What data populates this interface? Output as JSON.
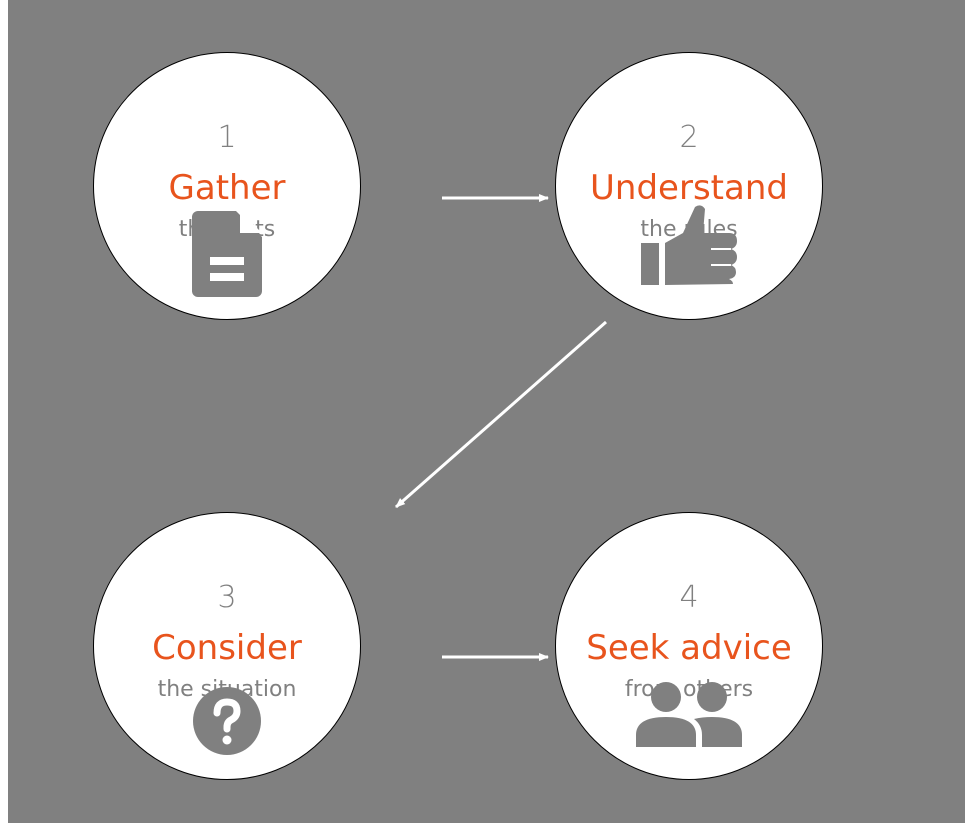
{
  "steps": [
    {
      "number": "1",
      "title": "Gather",
      "subtitle": "the facts",
      "icon": "document-icon"
    },
    {
      "number": "2",
      "title": "Understand",
      "subtitle": "the rules",
      "icon": "thumbs-up-icon"
    },
    {
      "number": "3",
      "title": "Consider",
      "subtitle": "the situation",
      "icon": "question-icon"
    },
    {
      "number": "4",
      "title": "Seek advice",
      "subtitle": "from others",
      "icon": "people-icon"
    }
  ],
  "colors": {
    "background": "#808080",
    "circle": "#ffffff",
    "accent": "#e8541d",
    "text_muted": "#808080",
    "icon": "#808080",
    "arrow": "#ffffff"
  }
}
